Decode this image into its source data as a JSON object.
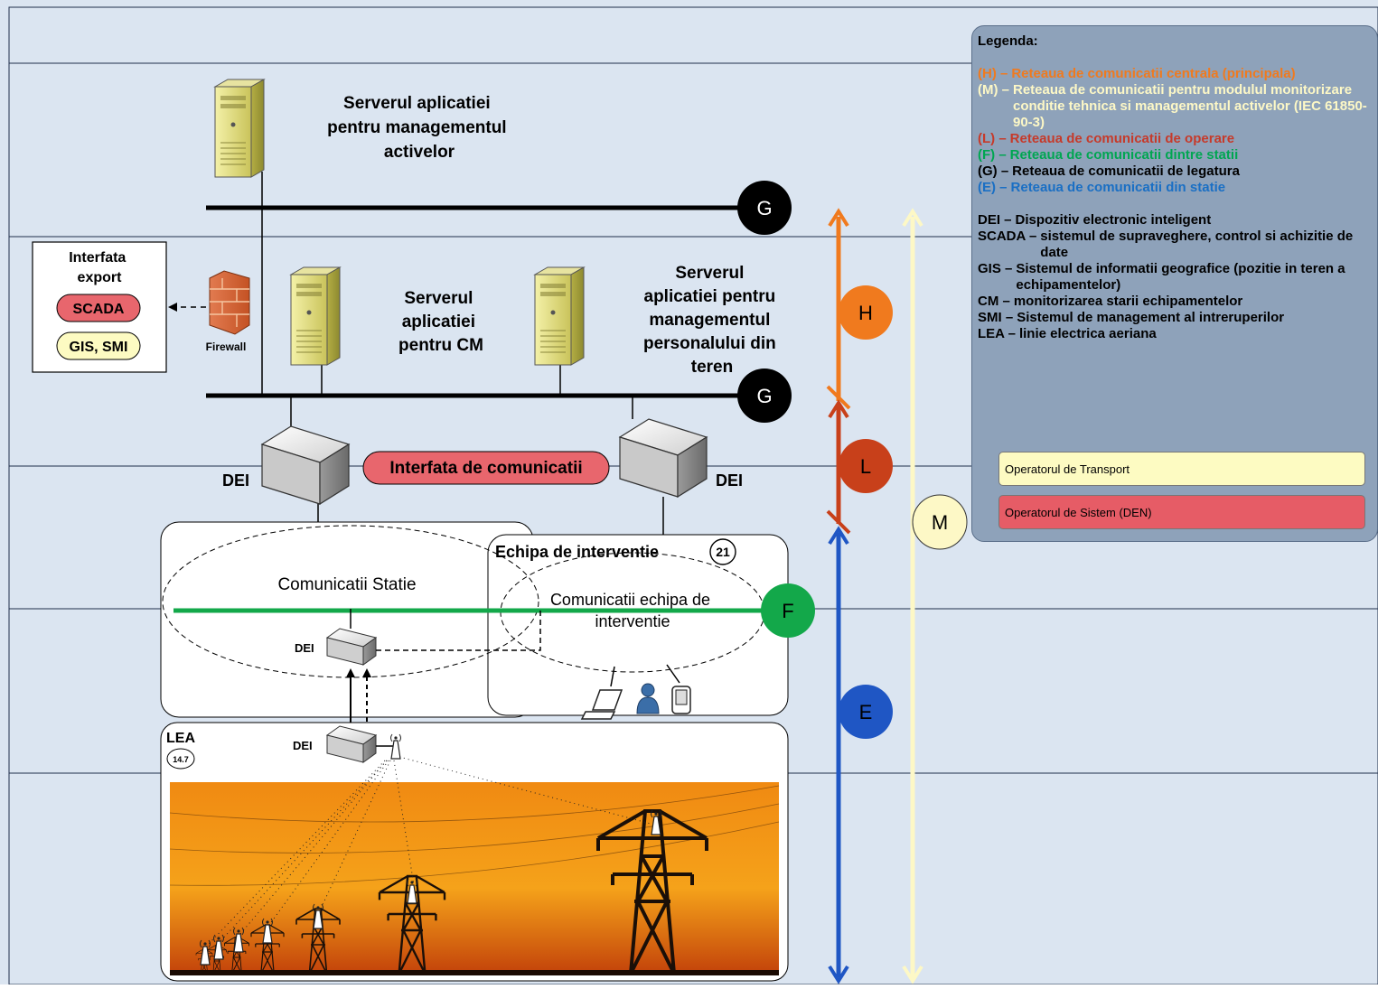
{
  "servers": {
    "asset_mgmt": "Serverul aplicatiei pentru managementul activelor",
    "asset_mgmt_lines": [
      "Serverul aplicatiei",
      "pentru managementul",
      "activelor"
    ],
    "cm_lines": [
      "Serverul",
      "aplicatiei",
      "pentru CM"
    ],
    "field_staff_lines": [
      "Serverul",
      "aplicatiei pentru",
      "managementul",
      "personalului din",
      "teren"
    ]
  },
  "export_interface": {
    "title_lines": [
      "Interfata",
      "export"
    ],
    "scada": "SCADA",
    "gis_smi": "GIS, SMI",
    "firewall": "Firewall"
  },
  "network_nodes": {
    "G": "G",
    "H": "H",
    "L": "L",
    "M": "M",
    "F": "F",
    "E": "E"
  },
  "dei_label": "DEI",
  "comm_interface": "Interfata de comunicatii",
  "station_comm": "Comunicatii Statie",
  "team": {
    "title": "Echipa de interventie",
    "badge": "21",
    "comm_lines": [
      "Comunicatii echipa de",
      "interventie"
    ]
  },
  "lea": {
    "label": "LEA",
    "badge": "14.7"
  },
  "legend": {
    "title": "Legenda:",
    "networks": [
      {
        "key": "(H) –",
        "text": "Reteaua de comunicatii centrala (principala)",
        "color": "#f07a1e"
      },
      {
        "key": "(M) –",
        "text": "Reteaua de comunicatii pentru modulul monitorizare conditie tehnica si managementul activelor (IEC 61850-90-3)",
        "color": "#fdf8c6"
      },
      {
        "key": "(L) –",
        "text": "Reteaua de comunicatii de operare",
        "color": "#c63a2a"
      },
      {
        "key": "(F) –",
        "text": "Reteaua de comunicatii dintre statii",
        "color": "#00a651"
      },
      {
        "key": "(G) –",
        "text": "Reteaua de comunicatii de legatura",
        "color": "#000000"
      },
      {
        "key": "(E) –",
        "text": "Reteaua de comunicatii din statie",
        "color": "#1a6fc4"
      }
    ],
    "terms": [
      {
        "key": "DEI –",
        "text": "Dispozitiv electronic inteligent"
      },
      {
        "key": "SCADA –",
        "text": "sistemul de supraveghere, control si achizitie de date"
      },
      {
        "key": "GIS –",
        "text": "Sistemul de informatii geografice (pozitie in teren a echipamentelor)"
      },
      {
        "key": "CM –",
        "text": "monitorizarea starii echipamentelor"
      },
      {
        "key": "SMI –",
        "text": "Sistemul de management al intreruperilor"
      },
      {
        "key": "LEA –",
        "text": "linie electrica aeriana"
      }
    ],
    "operators": [
      {
        "label": "Operatorul de Transport",
        "color": "#fdfbc2"
      },
      {
        "label": "Operatorul de Sistem (DEN)",
        "color": "#e65c66"
      }
    ]
  },
  "colors": {
    "H": "#f07a1e",
    "L": "#c8401a",
    "M": "#fdf8c6",
    "F": "#13a84a",
    "E": "#1f56c4",
    "G": "#000000",
    "band": "#dbe5f1",
    "scada": "#e8666d",
    "gis": "#fdfbc2"
  }
}
